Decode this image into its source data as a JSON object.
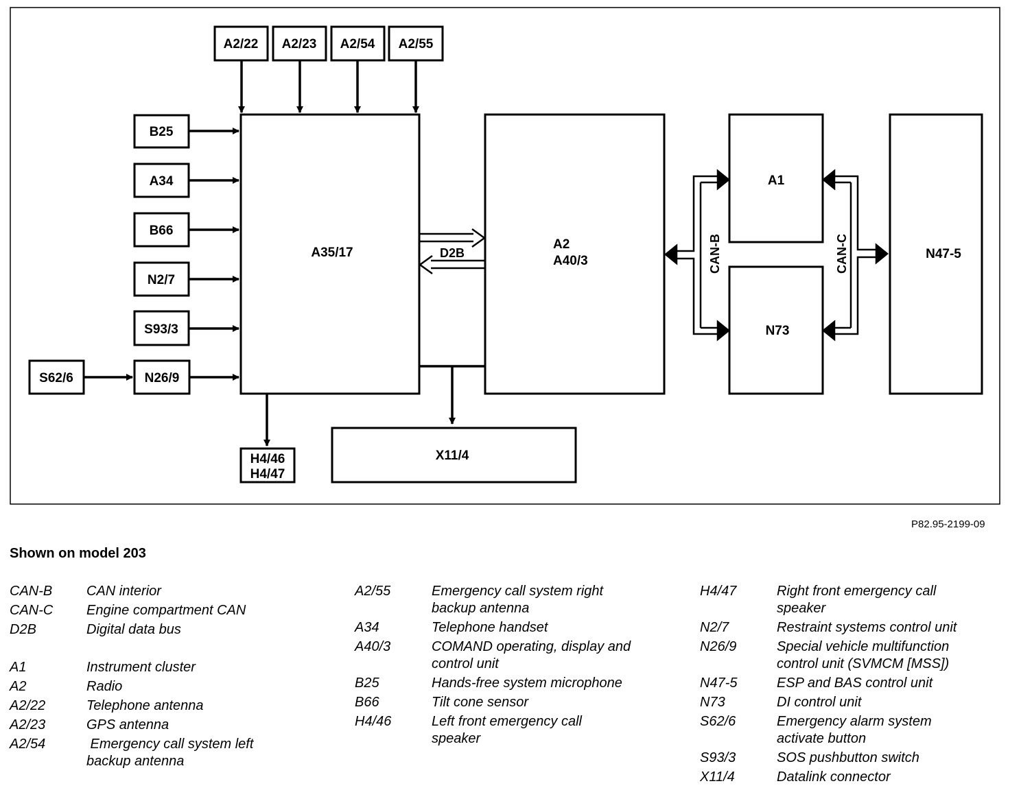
{
  "diagram": {
    "blocks": {
      "a2_22": "A2/22",
      "a2_23": "A2/23",
      "a2_54": "A2/54",
      "a2_55": "A2/55",
      "b25": "B25",
      "a34": "A34",
      "b66": "B66",
      "n2_7": "N2/7",
      "s93_3": "S93/3",
      "n26_9": "N26/9",
      "s62_6": "S62/6",
      "a35_17": "A35/17",
      "h4_46": "H4/46",
      "h4_47": "H4/47",
      "x11_4": "X11/4",
      "a2": "A2",
      "a40_3": "A40/3",
      "a1": "A1",
      "n73": "N73",
      "n47_5": "N47-5"
    },
    "buses": {
      "d2b": "D2B",
      "can_b": "CAN-B",
      "can_c": "CAN-C"
    }
  },
  "figure_ref": "P82.95-2199-09",
  "model_note": "Shown on model 203",
  "legend": {
    "col1": [
      {
        "code": "CAN-B",
        "desc": "CAN interior"
      },
      {
        "code": "CAN-C",
        "desc": "Engine compartment CAN"
      },
      {
        "code": "D2B",
        "desc": "Digital data bus"
      },
      {
        "code": "A1",
        "desc": "Instrument cluster"
      },
      {
        "code": "A2",
        "desc": "Radio"
      },
      {
        "code": "A2/22",
        "desc": "Telephone antenna"
      },
      {
        "code": "A2/23",
        "desc": "GPS antenna"
      },
      {
        "code": "A2/54",
        "desc": " Emergency call system left",
        "desc2": "backup antenna"
      }
    ],
    "col2": [
      {
        "code": "A2/55",
        "desc": "Emergency call system right",
        "desc2": "backup antenna"
      },
      {
        "code": "A34",
        "desc": "Telephone handset"
      },
      {
        "code": "A40/3",
        "desc": "COMAND operating, display and",
        "desc2": "control unit"
      },
      {
        "code": "B25",
        "desc": "Hands-free system microphone"
      },
      {
        "code": "B66",
        "desc": "Tilt cone sensor"
      },
      {
        "code": "H4/46",
        "desc": "Left front emergency call",
        "desc2": "speaker"
      }
    ],
    "col3": [
      {
        "code": "H4/47",
        "desc": "Right front emergency call",
        "desc2": "speaker"
      },
      {
        "code": "N2/7",
        "desc": "Restraint systems control unit"
      },
      {
        "code": "N26/9",
        "desc": "Special vehicle multifunction",
        "desc2": "control unit (SVMCM [MSS])"
      },
      {
        "code": "N47-5",
        "desc": "ESP and BAS control unit"
      },
      {
        "code": "N73",
        "desc": "DI control unit"
      },
      {
        "code": "S62/6",
        "desc": "Emergency alarm system",
        "desc2": "activate button"
      },
      {
        "code": "S93/3",
        "desc": "SOS pushbutton switch"
      },
      {
        "code": "X11/4",
        "desc": "Datalink connector"
      }
    ]
  }
}
